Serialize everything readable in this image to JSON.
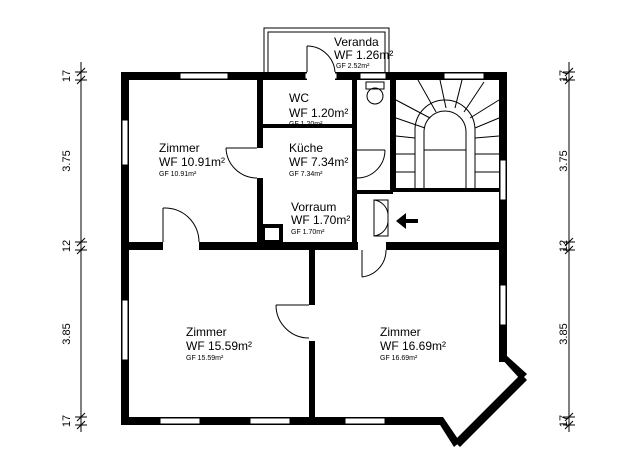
{
  "rooms": {
    "veranda": {
      "name": "Veranda",
      "wf": "WF 1.26m²",
      "gf": "GF 2.52m²"
    },
    "wc": {
      "name": "WC",
      "wf": "WF 1.20m²",
      "gf": "GF 1.20m²"
    },
    "zimmer_nw": {
      "name": "Zimmer",
      "wf": "WF 10.91m²",
      "gf": "GF 10.91m²"
    },
    "kueche": {
      "name": "Küche",
      "wf": "WF 7.34m²",
      "gf": "GF 7.34m²"
    },
    "vorraum": {
      "name": "Vorraum",
      "wf": "WF 1.70m²",
      "gf": "GF 1.70m²"
    },
    "zimmer_sw": {
      "name": "Zimmer",
      "wf": "WF 15.59m²",
      "gf": "GF 15.59m²"
    },
    "zimmer_se": {
      "name": "Zimmer",
      "wf": "WF 16.69m²",
      "gf": "GF 16.69m²"
    }
  },
  "dimensions": {
    "left": [
      "17",
      "3.75",
      "12",
      "3.85",
      "17"
    ],
    "right": [
      "17",
      "3.75",
      "12",
      "3.85",
      "17"
    ]
  },
  "icons": [
    "toilet-icon",
    "staircase-icon",
    "entrance-arrow-icon",
    "door-swing-icon"
  ]
}
